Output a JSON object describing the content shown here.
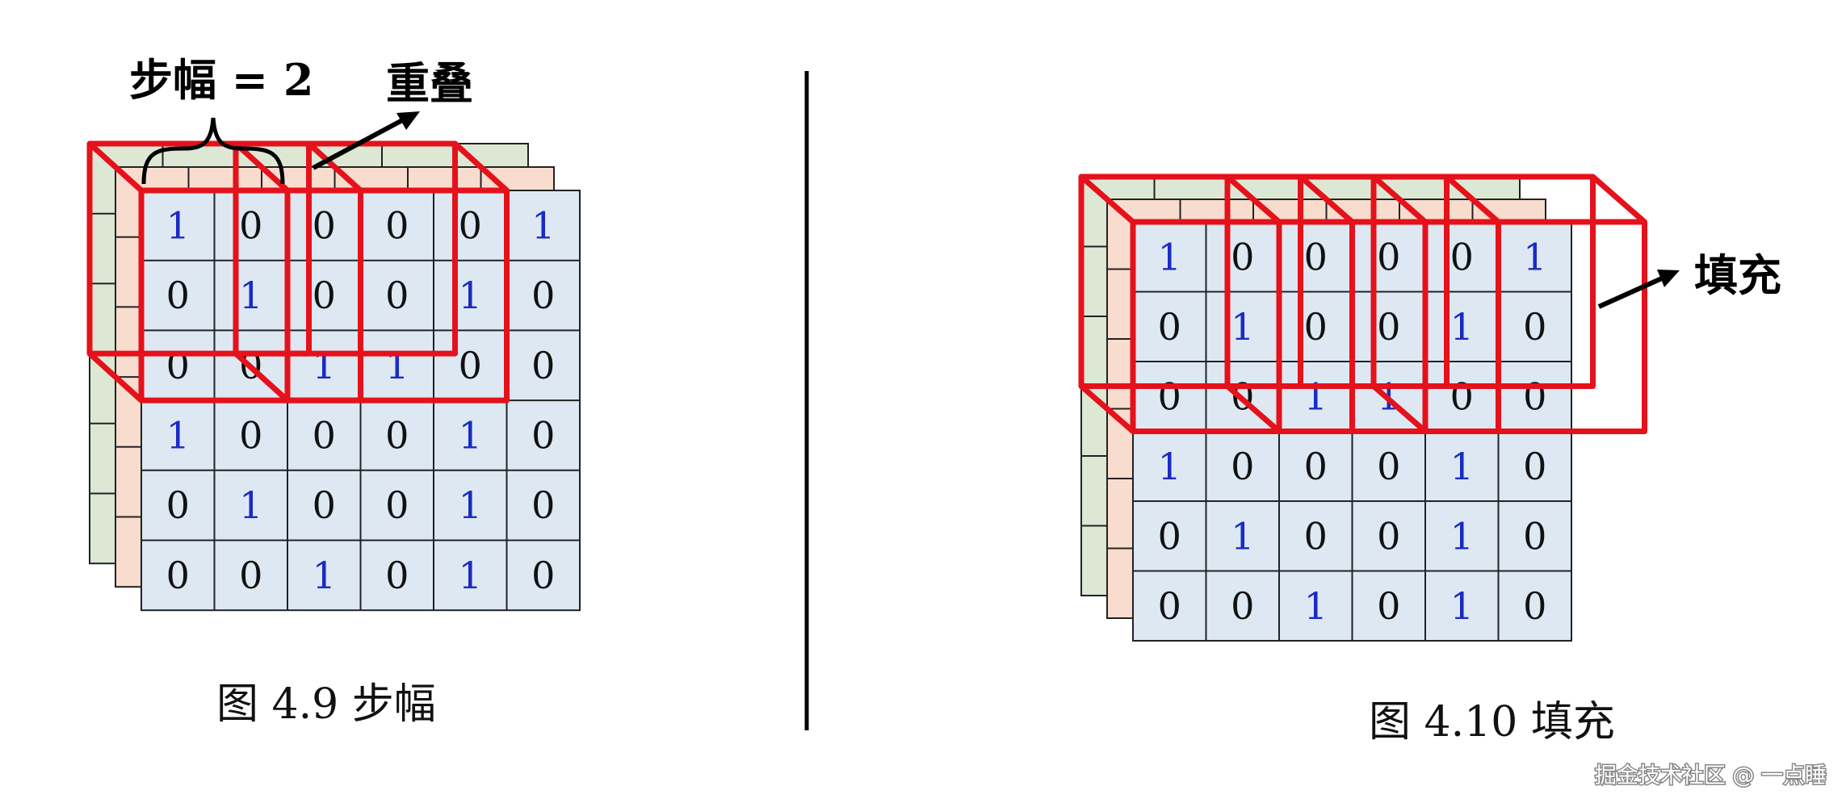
{
  "colors": {
    "grid_blue": "#dde8f3",
    "grid_pink": "#f8dccd",
    "grid_green": "#dde8d4",
    "highlight_red": "#e5111b",
    "one_digit": "#1a2bc4",
    "zero_digit": "#111111"
  },
  "grid": [
    [
      "1",
      "0",
      "0",
      "0",
      "0",
      "1"
    ],
    [
      "0",
      "1",
      "0",
      "0",
      "1",
      "0"
    ],
    [
      "0",
      "0",
      "1",
      "1",
      "0",
      "0"
    ],
    [
      "1",
      "0",
      "0",
      "0",
      "1",
      "0"
    ],
    [
      "0",
      "1",
      "0",
      "0",
      "1",
      "0"
    ],
    [
      "0",
      "0",
      "1",
      "0",
      "1",
      "0"
    ]
  ],
  "left_figure": {
    "stride_label": "步幅 = 2",
    "overlap_label": "重叠",
    "caption": "图 4.9    步幅"
  },
  "right_figure": {
    "padding_label": "填充",
    "caption": "图 4.10    填充"
  },
  "watermark": "掘金技术社区 @ 一点睡"
}
